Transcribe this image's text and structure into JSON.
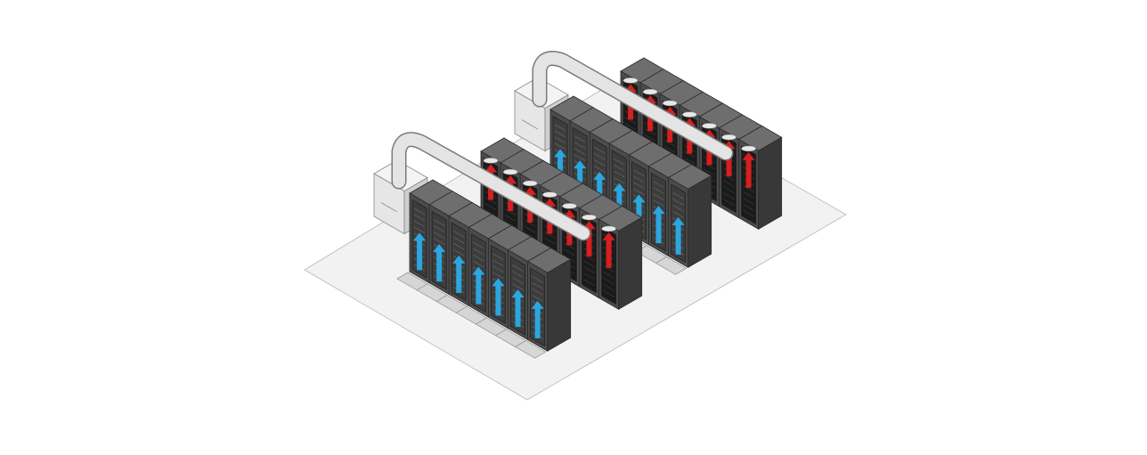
{
  "diagram": {
    "type": "isometric data center hot-aisle containment",
    "rows": [
      {
        "id": "row-1",
        "face": "cold-aisle",
        "arrow_color": "blue",
        "racks": 7
      },
      {
        "id": "row-2",
        "face": "hot-aisle",
        "arrow_color": "red",
        "racks": 7
      },
      {
        "id": "row-3",
        "face": "cold-aisle",
        "arrow_color": "blue",
        "racks": 7
      },
      {
        "id": "row-4",
        "face": "hot-aisle",
        "arrow_color": "red",
        "racks": 7
      }
    ],
    "cooling_units": 2,
    "ducts": 2,
    "colors": {
      "floor": "#f2f2f2",
      "floor_edge": "#b8b8b8",
      "rack_front": "#4b4b4b",
      "rack_top": "#6e6e6e",
      "rack_side": "#383838",
      "hot_door": "#1a1a1a",
      "cold_arrow": "#2ba6e1",
      "hot_arrow": "#d81e1e",
      "duct": "#e4e4e4",
      "duct_edge": "#7a7a7a",
      "crac": "#e6e6e6"
    }
  }
}
